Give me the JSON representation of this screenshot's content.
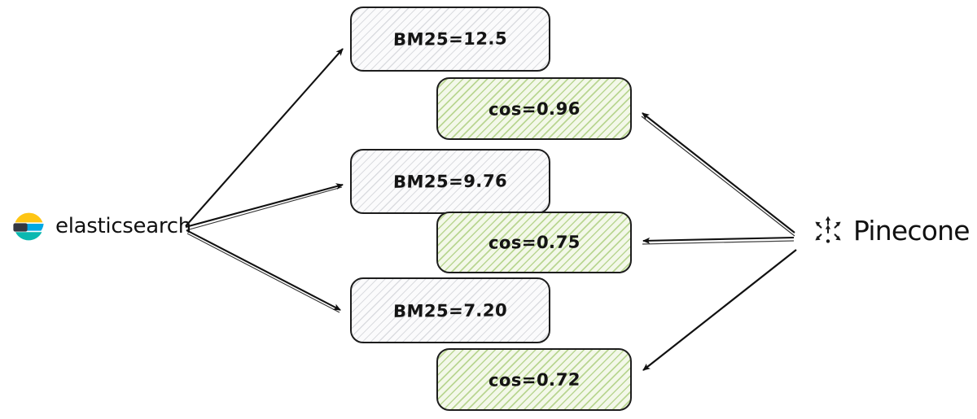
{
  "diagram": {
    "type": "comparison-flow",
    "left_endpoint": {
      "name": "elasticsearch",
      "icon": "elasticsearch-logo",
      "colors": {
        "yellow": "#FEC514",
        "blue": "#00BFB3",
        "teal": "#0AB8B0",
        "dark": "#343741",
        "cyan": "#00A9E5"
      }
    },
    "right_endpoint": {
      "name": "Pinecone",
      "icon": "pinecone-logo",
      "color": "#1A1A1A"
    },
    "nodes": [
      {
        "id": "bm25-1",
        "label": "BM25=12.5",
        "style": "gray",
        "metric": "BM25",
        "value": 12.5
      },
      {
        "id": "cos-1",
        "label": "cos=0.96",
        "style": "green",
        "metric": "cos",
        "value": 0.96
      },
      {
        "id": "bm25-2",
        "label": "BM25=9.76",
        "style": "gray",
        "metric": "BM25",
        "value": 9.76
      },
      {
        "id": "cos-2",
        "label": "cos=0.75",
        "style": "green",
        "metric": "cos",
        "value": 0.75
      },
      {
        "id": "bm25-3",
        "label": "BM25=7.20",
        "style": "gray",
        "metric": "BM25",
        "value": 7.2
      },
      {
        "id": "cos-3",
        "label": "cos=0.72",
        "style": "green",
        "metric": "cos",
        "value": 0.72
      }
    ],
    "edges": [
      {
        "from": "elasticsearch",
        "to": "bm25-1"
      },
      {
        "from": "elasticsearch",
        "to": "bm25-2"
      },
      {
        "from": "elasticsearch",
        "to": "bm25-3"
      },
      {
        "from": "pinecone",
        "to": "cos-1"
      },
      {
        "from": "pinecone",
        "to": "cos-2"
      },
      {
        "from": "pinecone",
        "to": "cos-3"
      }
    ],
    "palette": {
      "stroke": "#1d1d1d",
      "gray_fill": "#fbfbfc",
      "gray_hatch": "#969ba5",
      "green_fill": "#f3f8e9",
      "green_hatch": "#8aba4a"
    }
  }
}
